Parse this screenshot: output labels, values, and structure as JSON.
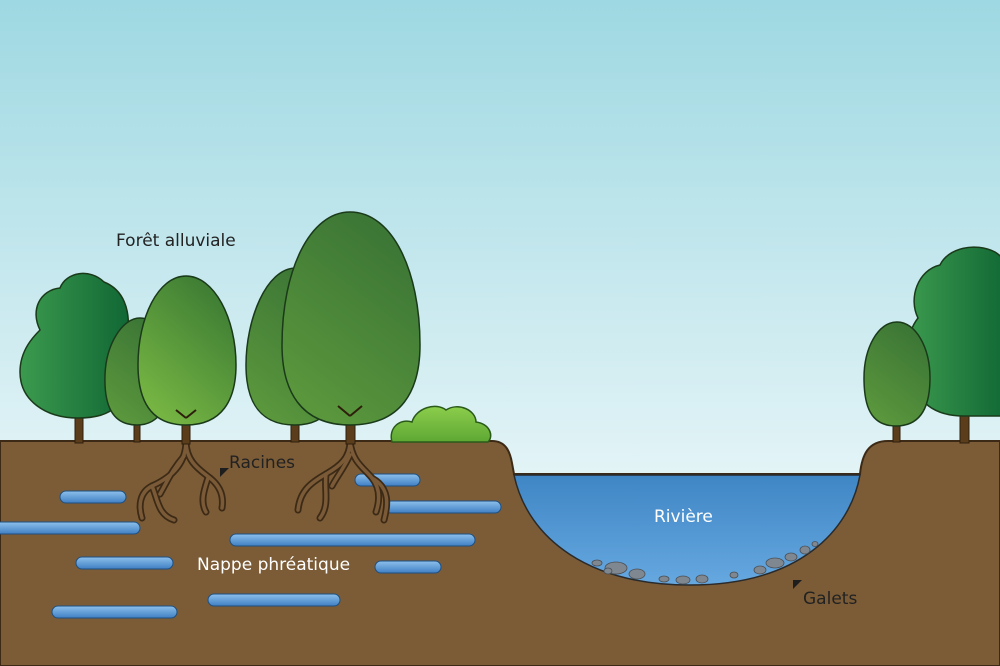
{
  "labels": {
    "floodplain_forest": "Forêt alluviale",
    "roots": "Racines",
    "water_table": "Nappe phréatique",
    "river": "Rivière",
    "pebbles": "Galets"
  },
  "colors": {
    "sky_top": "#9ed8e2",
    "sky_bottom": "#ffffff",
    "soil": "#7b5c37",
    "soil_outline": "#3c2a16",
    "river_water": "#4b8fcb",
    "groundwater_bar": "#4f8fd0",
    "tree_dark": "#1e7a3e",
    "tree_light": "#5c9b38",
    "trunk": "#5b3d1c",
    "shrub": "#7cc142",
    "pebble": "#7f8790",
    "label_dark": "#222222",
    "label_light": "#ffffff"
  }
}
